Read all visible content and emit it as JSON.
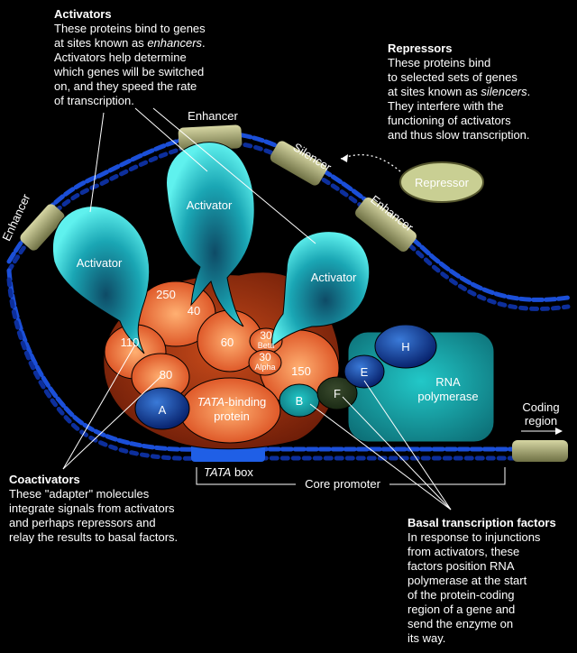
{
  "activators_callout": {
    "title": "Activators",
    "lines": [
      "These proteins bind to genes",
      "at sites known as ",
      "enhancers",
      ".",
      "Activators help determine",
      "which genes will be switched",
      "on, and they speed the rate",
      "of transcription."
    ]
  },
  "repressors_callout": {
    "title": "Repressors",
    "lines": [
      "These proteins bind",
      "to selected sets of genes",
      "at sites known as ",
      "silencers",
      ".",
      "They interfere with the",
      "functioning of activators",
      "and thus slow transcription."
    ]
  },
  "coactivators_callout": {
    "title": "Coactivators",
    "lines": [
      "These \"adapter\" molecules",
      "integrate signals from activators",
      "and perhaps repressors and",
      "relay the results to basal factors."
    ]
  },
  "basal_callout": {
    "title": "Basal transcription factors",
    "lines": [
      "In response to injunctions",
      "from activators, these",
      "factors position RNA",
      "polymerase at the start",
      "of the protein-coding",
      "region of a gene and",
      "send the enzyme on",
      "its way."
    ]
  },
  "labels": {
    "enhancer": "Enhancer",
    "silencer": "Silencer",
    "repressor": "Repressor",
    "activator": "Activator",
    "rna_pol_1": "RNA",
    "rna_pol_2": "polymerase",
    "h": "H",
    "e": "E",
    "f": "F",
    "b": "B",
    "a": "A",
    "tbp_italic": "TATA",
    "tbp_rest": "-binding",
    "tbp_line2": "protein",
    "n250": "250",
    "n40": "40",
    "n110": "110",
    "n60": "60",
    "n80": "80",
    "n150": "150",
    "n30a": "30",
    "beta": "Beta",
    "n30b": "30",
    "alpha": "Alpha",
    "tata_box_italic": "TATA",
    "tata_box_rest": " box",
    "core_promoter": "Core promoter",
    "coding_1": "Coding",
    "coding_2": "region"
  },
  "colors": {
    "activator": "#2fd6d6",
    "coactivator": "#e8561e",
    "dna": "#1b4fd8",
    "element": "#b9b98a",
    "repressor": "#c9cf93",
    "rna_pol": "#1fc1c1"
  }
}
